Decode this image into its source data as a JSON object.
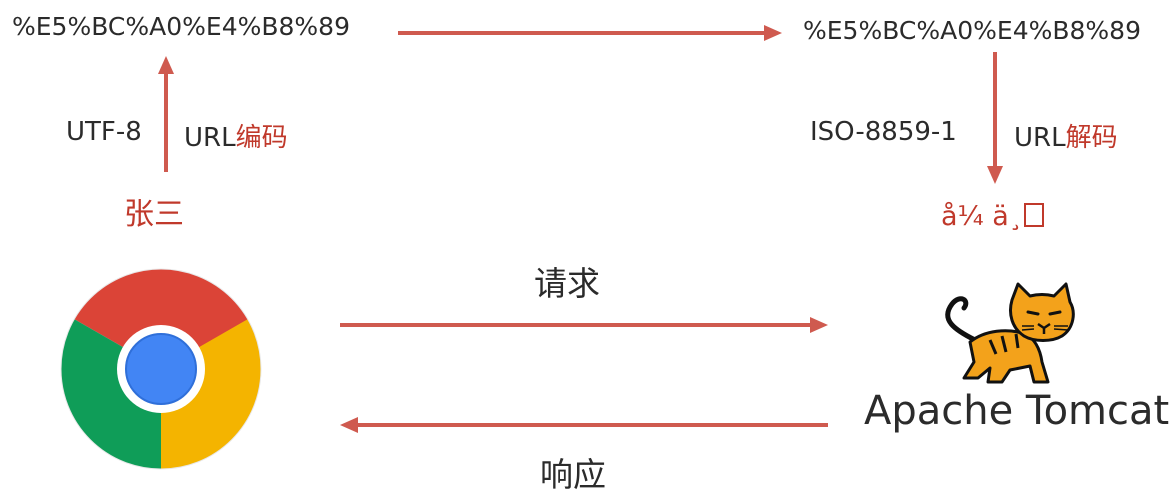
{
  "top": {
    "encoded_left": "%E5%BC%A0%E4%B8%89",
    "encoded_right": "%E5%BC%A0%E4%B8%89"
  },
  "encode_step": {
    "charset": "UTF-8",
    "method_prefix": "URL",
    "method_suffix": "编码"
  },
  "decode_step": {
    "charset": "ISO-8859-1",
    "method_prefix": "URL",
    "method_suffix": "解码"
  },
  "original_text": "张三",
  "garbled_text": "å¼ ä¸",
  "request_label": "请求",
  "response_label": "响应",
  "server": {
    "name": "Apache Tomcat"
  },
  "colors": {
    "arrow": "#cf5a4f",
    "highlight": "#c0392b",
    "text": "#2b2b2b"
  }
}
